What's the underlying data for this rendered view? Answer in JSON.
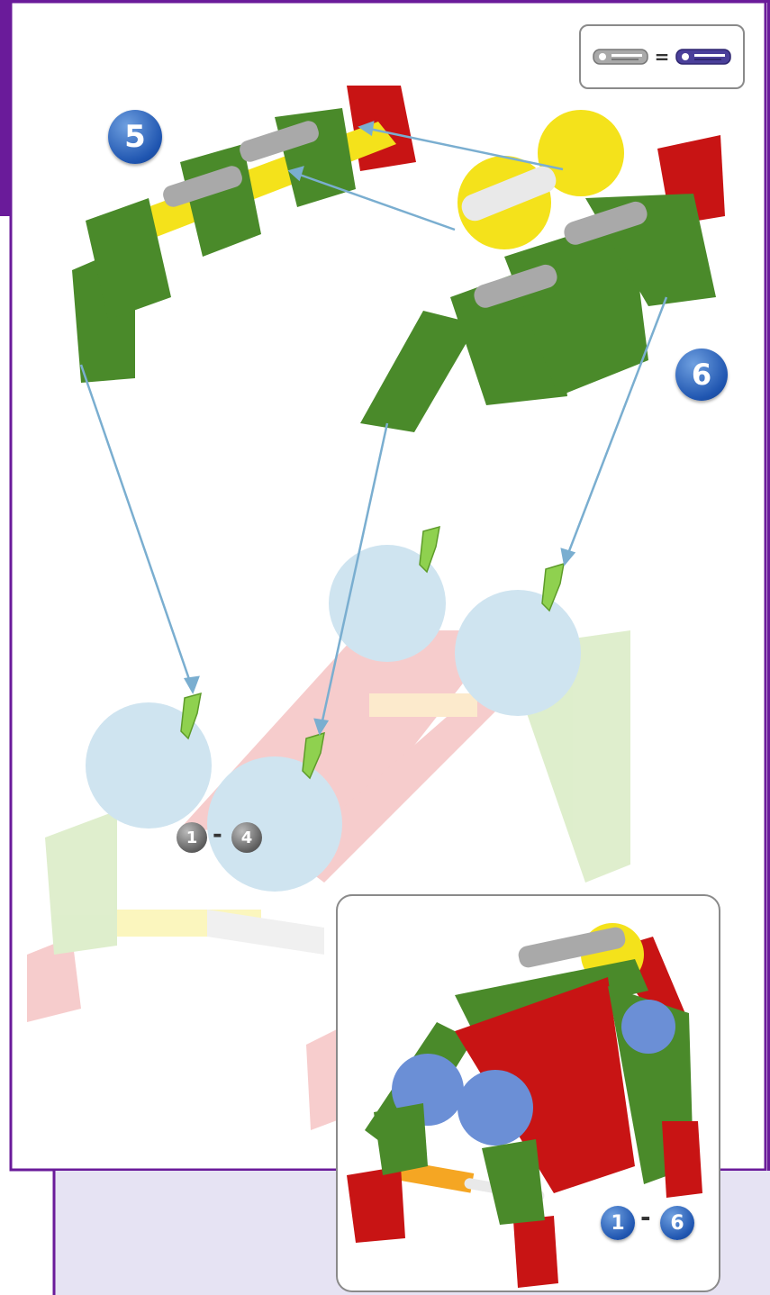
{
  "steps": {
    "step5": "5",
    "step6": "6",
    "range_main": {
      "from": "1",
      "to": "4",
      "sep": "-"
    },
    "range_inset": {
      "from": "1",
      "to": "6",
      "sep": "-"
    }
  },
  "legend": {
    "equals": "="
  },
  "colors": {
    "frame_purple": "#6a1b9a",
    "band_lavender": "#e6e3f3",
    "connector_green": "#4a8a2a",
    "rod_yellow": "#f4e21b",
    "corner_red": "#c81414",
    "hub_blue": "#6b8fd6",
    "arrow_blue": "#7aaed0",
    "badge_blue": "#1f55b0"
  }
}
